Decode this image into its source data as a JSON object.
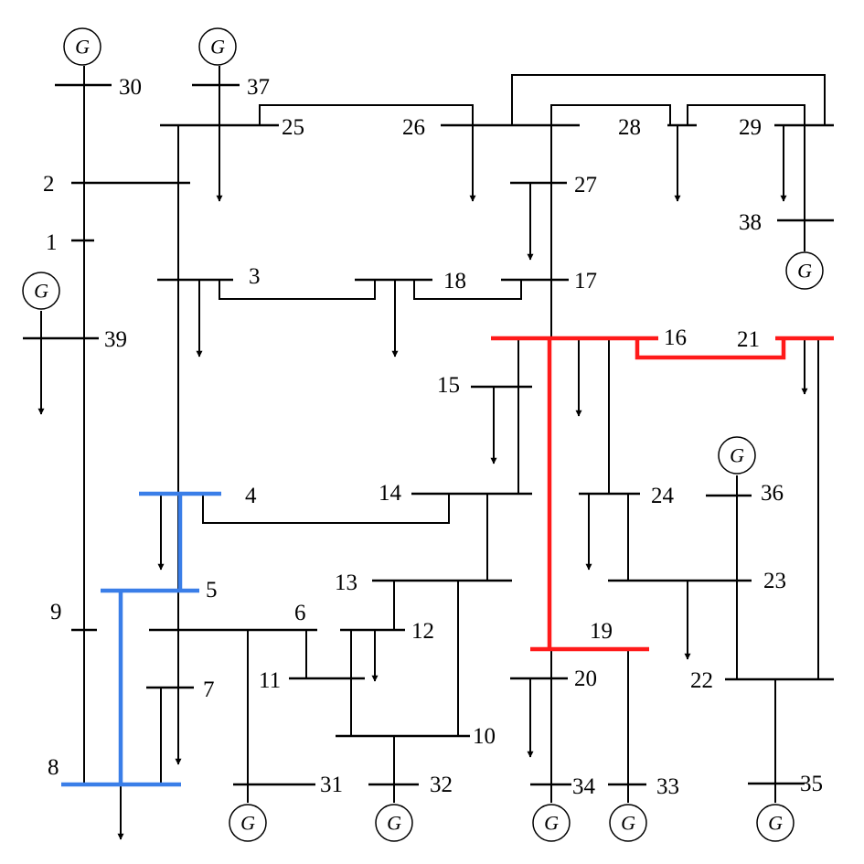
{
  "diagram": {
    "generator_symbol": "G",
    "colors": {
      "line": "#000000",
      "highlight_red": "#ff1a1a",
      "highlight_blue": "#3a7ee8"
    },
    "bus_labels": {
      "b1": "1",
      "b2": "2",
      "b3": "3",
      "b4": "4",
      "b5": "5",
      "b6": "6",
      "b7": "7",
      "b8": "8",
      "b9": "9",
      "b10": "10",
      "b11": "11",
      "b12": "12",
      "b13": "13",
      "b14": "14",
      "b15": "15",
      "b16": "16",
      "b17": "17",
      "b18": "18",
      "b19": "19",
      "b20": "20",
      "b21": "21",
      "b22": "22",
      "b23": "23",
      "b24": "24",
      "b25": "25",
      "b26": "26",
      "b27": "27",
      "b28": "28",
      "b29": "29",
      "b30": "30",
      "b31": "31",
      "b32": "32",
      "b33": "33",
      "b34": "34",
      "b35": "35",
      "b36": "36",
      "b37": "37",
      "b38": "38",
      "b39": "39"
    }
  }
}
